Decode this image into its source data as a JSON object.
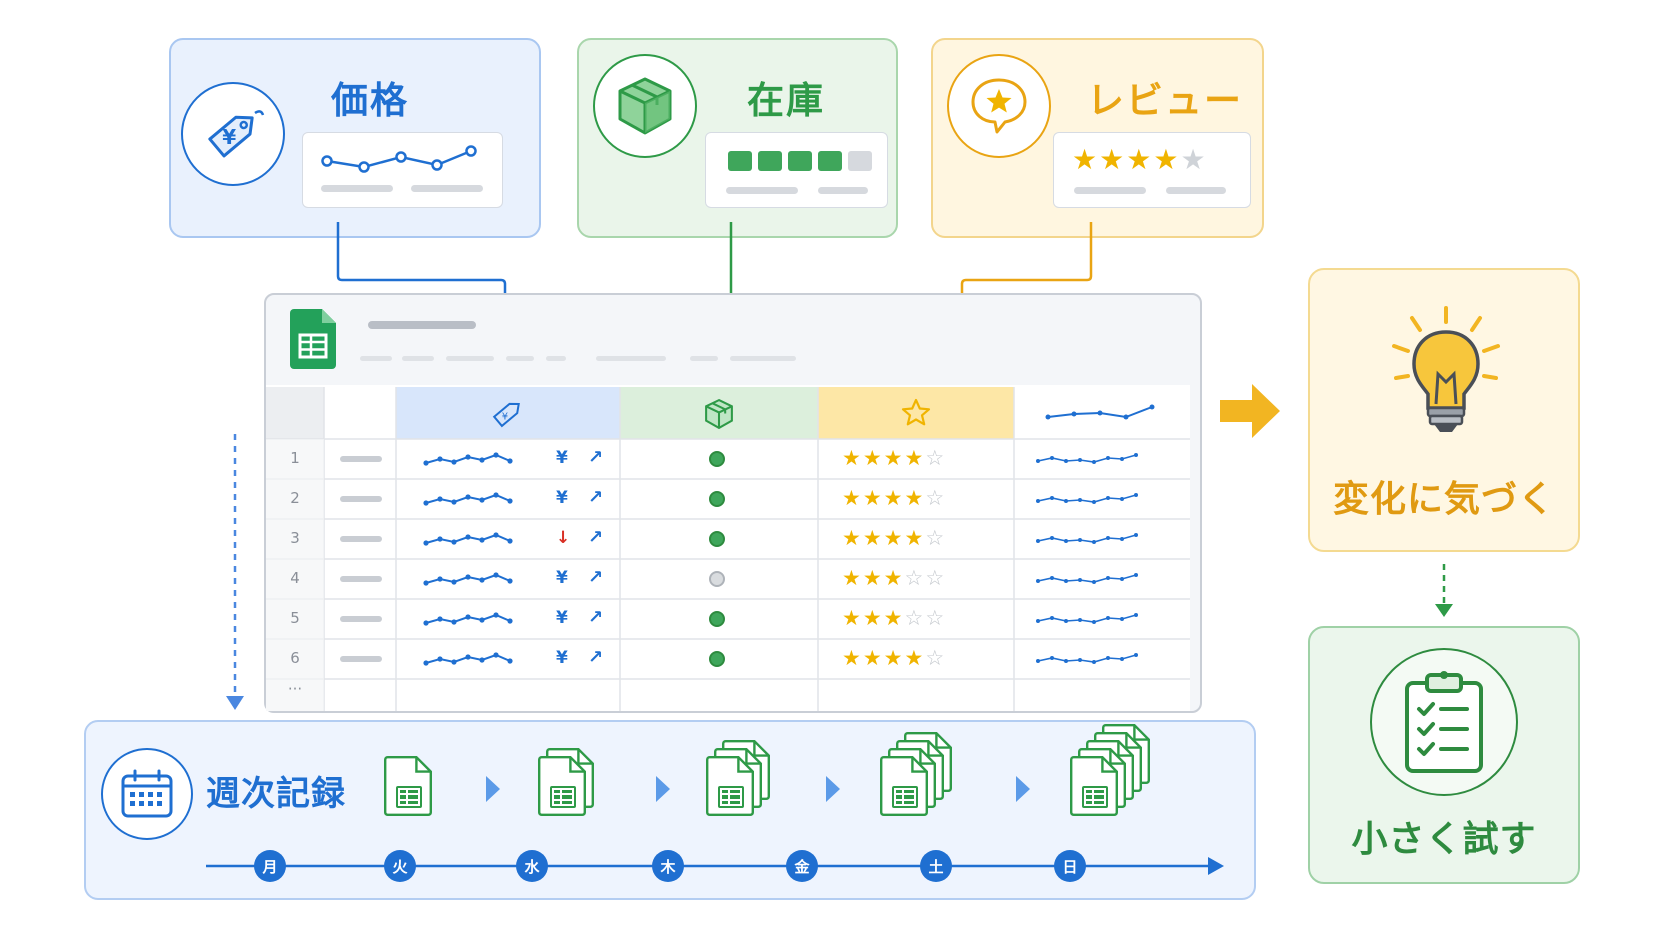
{
  "cards": {
    "price": {
      "label": "価格",
      "icon": "price-tag-yen-icon",
      "accent": "#1f6fd1"
    },
    "stock": {
      "label": "在庫",
      "icon": "box-icon",
      "accent": "#2e9a47"
    },
    "review": {
      "label": "レビュー",
      "icon": "star-chat-icon",
      "accent": "#e9a413"
    }
  },
  "sheet": {
    "app_icon": "google-sheets-icon",
    "rows": [
      {
        "num": "1",
        "trend": "up",
        "price_symbol": "¥",
        "stock": "in-stock",
        "stars": 4
      },
      {
        "num": "2",
        "trend": "up",
        "price_symbol": "¥",
        "stock": "in-stock",
        "stars": 4
      },
      {
        "num": "3",
        "trend": "up",
        "price_symbol": "↓",
        "stock": "in-stock",
        "stars": 4
      },
      {
        "num": "4",
        "trend": "up",
        "price_symbol": "¥",
        "stock": "out-of-stock",
        "stars": 3
      },
      {
        "num": "5",
        "trend": "up",
        "price_symbol": "¥",
        "stock": "in-stock",
        "stars": 3
      },
      {
        "num": "6",
        "trend": "up",
        "price_symbol": "¥",
        "stock": "in-stock",
        "stars": 4
      }
    ],
    "more_rows": "···"
  },
  "notice": {
    "label": "変化に気づく",
    "icon": "lightbulb-icon",
    "accent": "#e09a12"
  },
  "try": {
    "label": "小さく試す",
    "icon": "clipboard-checklist-icon",
    "accent": "#2e8b3f"
  },
  "weekly": {
    "label": "週次記録",
    "icon": "calendar-icon",
    "days": [
      "月",
      "火",
      "水",
      "木",
      "金",
      "土",
      "日"
    ],
    "file_counts": [
      1,
      2,
      3,
      4,
      5
    ]
  },
  "colors": {
    "blue": "#1f6fd1",
    "green": "#2e9a47",
    "yellow": "#f0b400",
    "sheet_green": "#23a15a",
    "gray_dot": "#cfd3d8",
    "down_red": "#d93025"
  }
}
